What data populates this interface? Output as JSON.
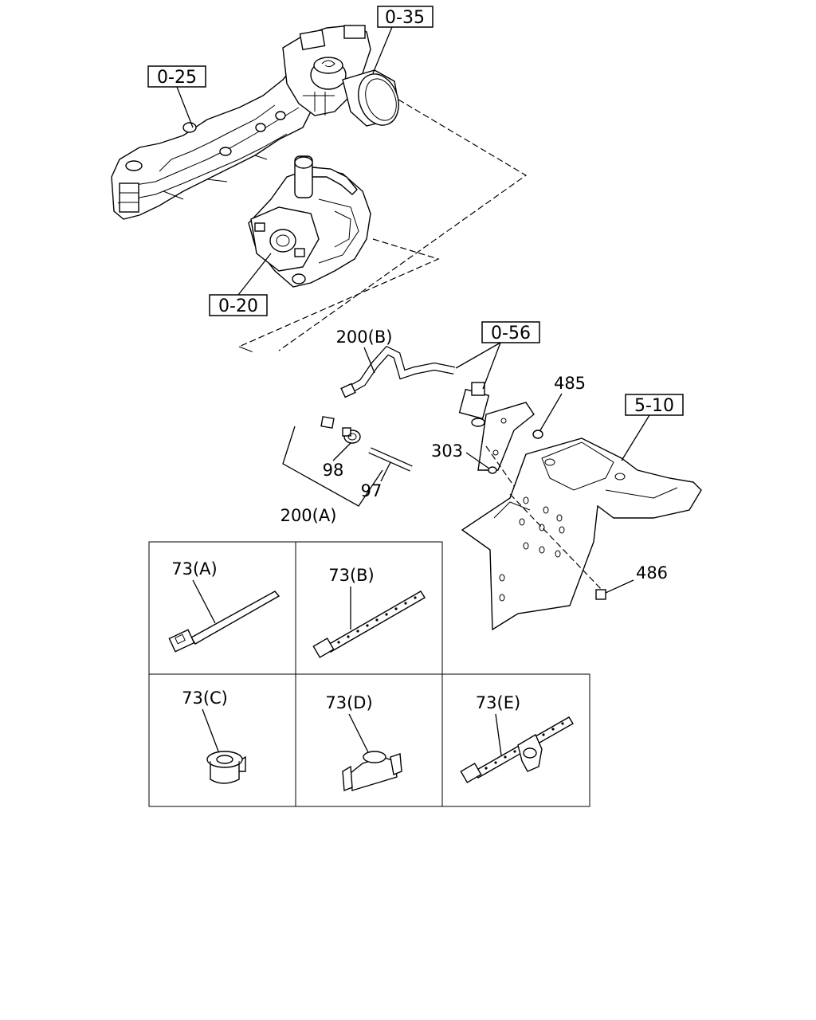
{
  "ref_boxes": {
    "intake_manifold": "0-25",
    "throttle_body": "0-35",
    "vacuum_pump": "0-20",
    "solenoid_valve": "0-56",
    "bracket_assembly": "5-10"
  },
  "part_labels": {
    "hose_b": "200(B)",
    "hose_a": "200(A)",
    "check_valve": "98",
    "pipe": "97",
    "nut_485": "485",
    "bolt_303": "303",
    "nut_486": "486"
  },
  "clip_labels": {
    "a": "73(A)",
    "b": "73(B)",
    "c": "73(C)",
    "d": "73(D)",
    "e": "73(E)"
  }
}
